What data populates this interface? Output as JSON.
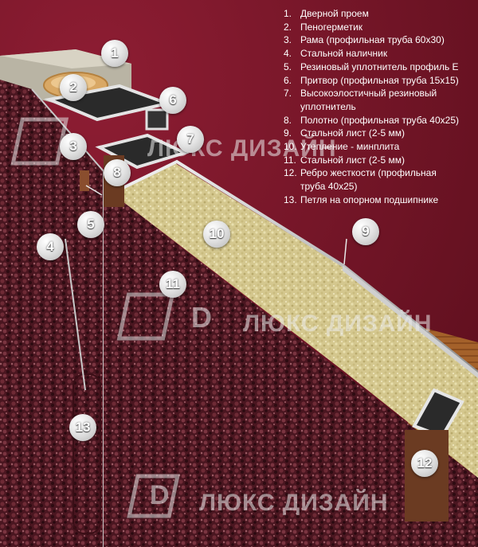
{
  "legend": [
    {
      "num": "1.",
      "text": "Дверной проем"
    },
    {
      "num": "2.",
      "text": "Пеногерметик"
    },
    {
      "num": "3.",
      "text": "Рама (профильная труба 60х30)"
    },
    {
      "num": "4.",
      "text": "Стальной наличник"
    },
    {
      "num": "5.",
      "text": "Резиновый уплотнитель профиль Е"
    },
    {
      "num": "6.",
      "text": "Притвор (профильная труба 15х15)"
    },
    {
      "num": "7.",
      "text": "Высокоэлостичный резиновый"
    },
    {
      "num": "",
      "text": "уплотнитель"
    },
    {
      "num": "8.",
      "text": "Полотно (профильная труба 40х25)"
    },
    {
      "num": "9.",
      "text": "Стальной лист (2-5 мм)"
    },
    {
      "num": "10.",
      "text": "Утепление - минплита"
    },
    {
      "num": "11.",
      "text": "Стальной лист (2-5 мм)"
    },
    {
      "num": "12.",
      "text": "Ребро жесткости (профильная"
    },
    {
      "num": "",
      "text": "труба 40х25)"
    },
    {
      "num": "13.",
      "text": "Петля на опорном подшипнике"
    }
  ],
  "callouts": [
    "1",
    "2",
    "3",
    "4",
    "5",
    "6",
    "7",
    "8",
    "9",
    "10",
    "11",
    "12",
    "13"
  ],
  "watermark": {
    "logo_letter": "D",
    "text": "ЛЮКС ДИЗАЙН"
  }
}
